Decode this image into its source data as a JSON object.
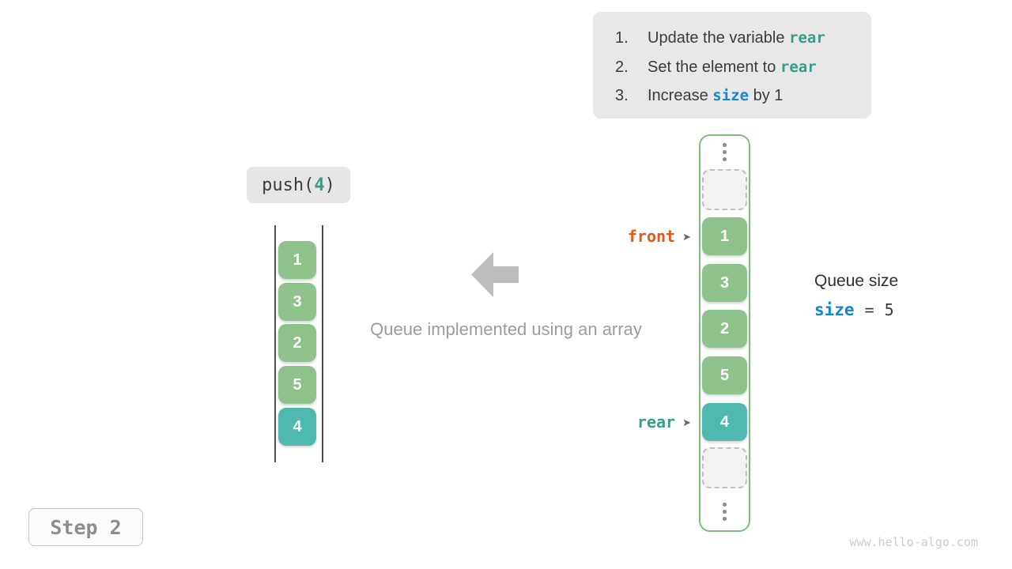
{
  "colors": {
    "teal_code": "#349e8a",
    "blue_code": "#1287d3",
    "orange_front": "#e4581a",
    "green_cell": "#8dc28a",
    "teal_cell": "#50b9ae",
    "frame_border": "#7fbc7f",
    "instruction_bg": "#e8e8e8"
  },
  "icons": {
    "pointer_arrow": "➤",
    "vertical_ellipsis": "⋮"
  },
  "instructions": {
    "items": [
      {
        "number": "1.",
        "prefix": "Update the variable ",
        "code": "rear",
        "suffix": ""
      },
      {
        "number": "2.",
        "prefix": "Set the element to ",
        "code": "rear",
        "suffix": ""
      },
      {
        "number": "3.",
        "prefix": "Increase ",
        "code": "size",
        "suffix": " by 1"
      }
    ]
  },
  "operation": {
    "func": "push(",
    "arg": "4",
    "close": ")"
  },
  "left_stack": {
    "items": [
      "1",
      "3",
      "2",
      "5",
      "4"
    ],
    "highlighted_value": "4"
  },
  "caption": "Queue implemented using an array",
  "array": {
    "cells": [
      "1",
      "3",
      "2",
      "5",
      "4"
    ],
    "highlighted_value": "4",
    "pointers": {
      "front": "front",
      "rear": "rear"
    }
  },
  "queue_size": {
    "label": "Queue size",
    "var": "size",
    "equals": "=",
    "value": "5"
  },
  "step": {
    "label": "Step 2"
  },
  "watermark": "www.hello-algo.com"
}
